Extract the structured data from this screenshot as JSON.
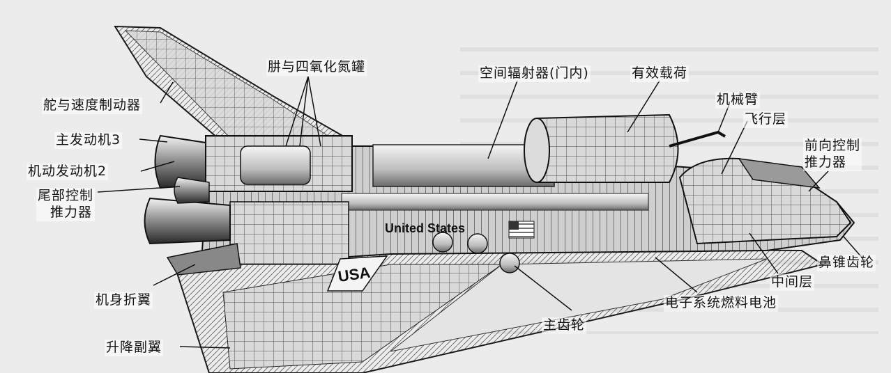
{
  "diagram": {
    "brand_text": "United States",
    "tail_text": "USA",
    "labels": {
      "rudder_speedbrake": "舵与速度制动器",
      "main_engine_3": "主发动机3",
      "oms_engine_2": "机动发动机2",
      "aft_rcs_line1": "尾部控制",
      "aft_rcs_line2": "推力器",
      "hydrazine_tanks": "肼与四氧化氮罐",
      "radiator": "空间辐射器(门内)",
      "payload": "有效载荷",
      "robot_arm": "机械臂",
      "flight_deck": "飞行层",
      "forward_rcs_line1": "前向控制",
      "forward_rcs_line2": "推力器",
      "nose_gear": "鼻锥齿轮",
      "mid_deck": "中间层",
      "fuel_cells": "电子系统燃料电池",
      "main_gear": "主齿轮",
      "body_flap": "机身折翼",
      "elevon": "升降副翼"
    }
  }
}
